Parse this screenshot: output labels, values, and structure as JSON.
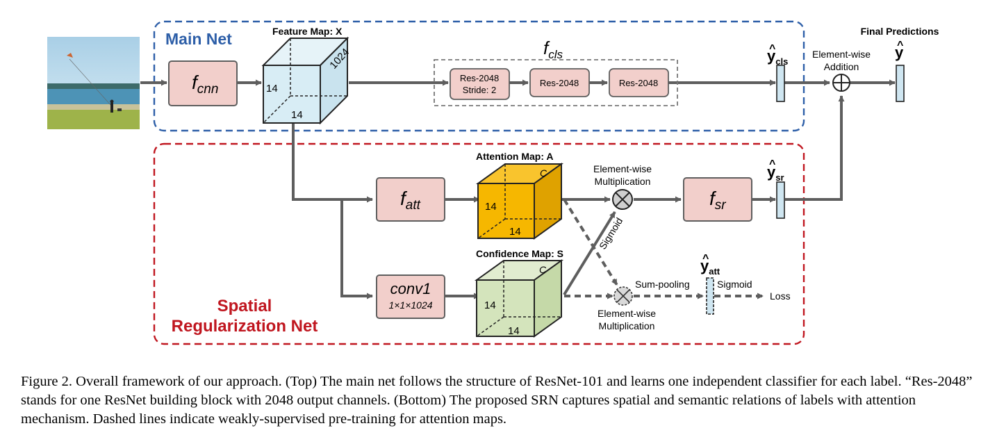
{
  "sections": {
    "main_net": "Main Net",
    "srn_line1": "Spatial",
    "srn_line2": "Regularization Net"
  },
  "labels": {
    "feature_map": "Feature Map: X",
    "attention_map": "Attention Map: A",
    "confidence_map": "Confidence Map: S",
    "final_predictions": "Final Predictions",
    "elementwise": "Element-wise",
    "addition": "Addition",
    "multiplication": "Multiplication",
    "sigmoid": "Sigmoid",
    "sum_pooling": "Sum-pooling",
    "loss": "Loss",
    "dim_14": "14",
    "dim_1024": "1024",
    "dim_c": "C"
  },
  "blocks": {
    "f_base": "f",
    "cnn_sub": "cnn",
    "cls_sub": "cls",
    "att_sub": "att",
    "sr_sub": "sr",
    "conv1": "conv1",
    "conv1_dims": "1×1×1024",
    "res_stride_line1": "Res-2048",
    "res_stride_line2": "Stride: 2",
    "res": "Res-2048"
  },
  "outputs": {
    "y": "y",
    "cls_sub": "cls",
    "sr_sub": "sr",
    "att_sub": "att",
    "hat": "^"
  },
  "caption": "Figure 2. Overall framework of our approach. (Top) The main net follows the structure of ResNet-101 and learns one independent classifier for each label. “Res-2048” stands for one ResNet building block with 2048 output channels. (Bottom) The proposed SRN captures spatial and semantic relations of labels with attention mechanism. Dashed lines indicate weakly-supervised pre-training for attention maps.",
  "colors": {
    "main_box": "#2e5fa8",
    "srn_box": "#c0161f",
    "pink_block": "#f2cfcb",
    "feature_cube": "#d8edf5",
    "attention_cube": "#f6b700",
    "confidence_cube": "#d4e4bc",
    "arrow": "#5e5e5e"
  }
}
